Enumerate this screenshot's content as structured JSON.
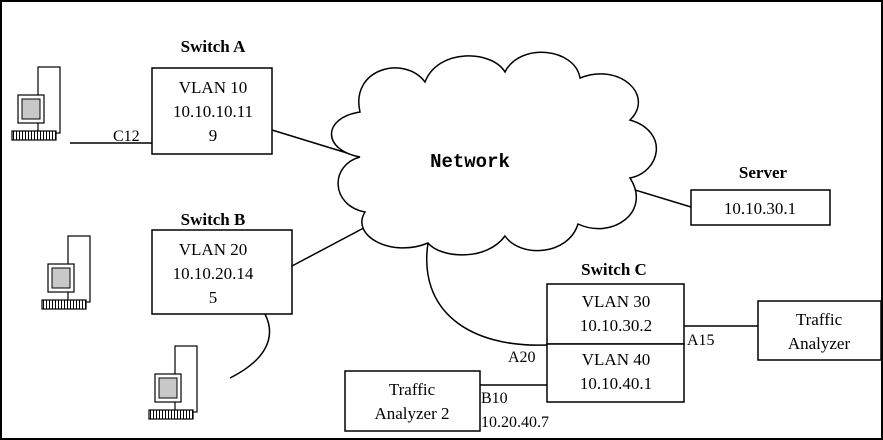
{
  "network": {
    "label": "Network"
  },
  "switch_a": {
    "title": "Switch A",
    "vlan": "VLAN 10",
    "ip": "10.10.10.11",
    "line3": "9",
    "port": "C12"
  },
  "switch_b": {
    "title": "Switch B",
    "vlan": "VLAN 20",
    "ip": "10.10.20.14",
    "line3": "5"
  },
  "server": {
    "title": "Server",
    "ip": "10.10.30.1"
  },
  "switch_c": {
    "title": "Switch C",
    "vlan_top": "VLAN 30",
    "ip_top": "10.10.30.2",
    "vlan_bottom": "VLAN 40",
    "ip_bottom": "10.10.40.1",
    "port_a": "A20",
    "port_a15": "A15",
    "port_b": "B10",
    "ip_b10": "10.20.40.7"
  },
  "traffic_analyzer": {
    "line1": "Traffic",
    "line2": "Analyzer"
  },
  "traffic_analyzer_2": {
    "line1": "Traffic",
    "line2": "Analyzer 2"
  },
  "colors": {
    "line": "#000000",
    "screen": "#c8c8c8",
    "background": "#ffffff"
  }
}
